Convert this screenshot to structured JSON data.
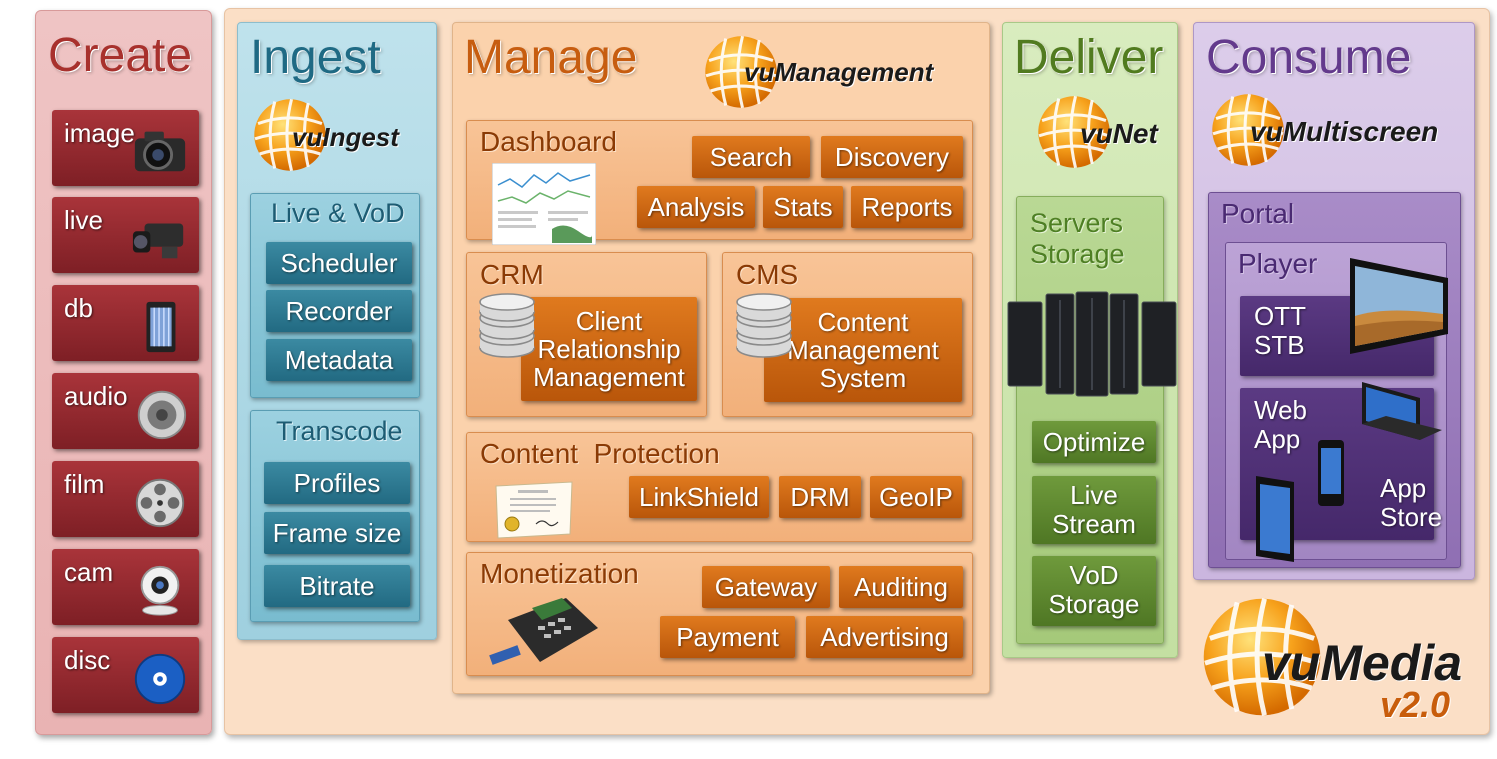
{
  "create": {
    "title": "Create",
    "items": [
      {
        "label": "image",
        "icon": "camera-icon"
      },
      {
        "label": "live",
        "icon": "video-camera-icon"
      },
      {
        "label": "db",
        "icon": "server-icon"
      },
      {
        "label": "audio",
        "icon": "speaker-icon"
      },
      {
        "label": "film",
        "icon": "film-reel-icon"
      },
      {
        "label": "cam",
        "icon": "webcam-icon"
      },
      {
        "label": "disc",
        "icon": "bluray-disc-icon"
      }
    ]
  },
  "ingest": {
    "title": "Ingest",
    "logo": "vuIngest",
    "live_vod": {
      "title": "Live & VoD",
      "items": [
        "Scheduler",
        "Recorder",
        "Metadata"
      ]
    },
    "transcode": {
      "title": "Transcode",
      "items": [
        "Profiles",
        "Frame size",
        "Bitrate"
      ]
    }
  },
  "manage": {
    "title": "Manage",
    "logo": "vuManagement",
    "dashboard": {
      "title": "Dashboard",
      "items": [
        "Search",
        "Discovery",
        "Analysis",
        "Stats",
        "Reports"
      ]
    },
    "crm": {
      "title": "CRM",
      "box": [
        "Client",
        "Relationship",
        "Management"
      ]
    },
    "cms": {
      "title": "CMS",
      "box": [
        "Content",
        "Management",
        "System"
      ]
    },
    "protection": {
      "title": "Content  Protection",
      "items": [
        "LinkShield",
        "DRM",
        "GeoIP"
      ]
    },
    "monetization": {
      "title": "Monetization",
      "items": [
        "Gateway",
        "Auditing",
        "Payment",
        "Advertising"
      ]
    }
  },
  "deliver": {
    "title": "Deliver",
    "logo": "vuNet",
    "servers": {
      "title_line1": "Servers",
      "title_line2": "Storage"
    },
    "items": [
      {
        "line1": "Optimize",
        "line2": ""
      },
      {
        "line1": "Live",
        "line2": "Stream"
      },
      {
        "line1": "VoD",
        "line2": "Storage"
      }
    ]
  },
  "consume": {
    "title": "Consume",
    "logo": "vuMultiscreen",
    "portal": {
      "title": "Portal"
    },
    "player": {
      "title": "Player"
    },
    "ott": {
      "line1": "OTT",
      "line2": "STB"
    },
    "web": {
      "line1": "Web",
      "line2": "App"
    },
    "store": {
      "line1": "App",
      "line2": "Store"
    }
  },
  "brand": {
    "name": "vuMedia",
    "version": "v2.0"
  },
  "colors": {
    "create": "#a8312d",
    "ingest": "#1f6a84",
    "manage": "#c75d10",
    "deliver": "#517b1f",
    "consume": "#633a8c",
    "logo_orange": "#f39a1e"
  }
}
